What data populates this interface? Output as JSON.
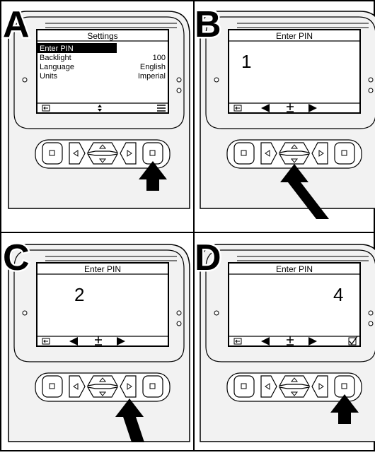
{
  "panels": [
    {
      "id": "A",
      "letter": "A",
      "title": "Settings",
      "menu": [
        {
          "label": "Enter PIN",
          "value": "",
          "selected": true
        },
        {
          "label": "Backlight",
          "value": "100",
          "selected": false
        },
        {
          "label": "Language",
          "value": "English",
          "selected": false
        },
        {
          "label": "Units",
          "value": "Imperial",
          "selected": false
        }
      ],
      "digit": "",
      "softkeys": [
        "back-icon",
        "up-down-icon",
        "menu-icon"
      ],
      "pressed_button": "right-square-button"
    },
    {
      "id": "B",
      "letter": "B",
      "title": "Enter PIN",
      "menu": [],
      "digit": "1",
      "digit_align": "left",
      "softkeys": [
        "back-icon",
        "left-arrow-icon",
        "plus-minus-icon",
        "right-arrow-icon"
      ],
      "pressed_button": "down-button"
    },
    {
      "id": "C",
      "letter": "C",
      "title": "Enter PIN",
      "menu": [],
      "digit": "2",
      "digit_align": "left-mid",
      "softkeys": [
        "back-icon",
        "left-arrow-icon",
        "plus-minus-icon",
        "right-arrow-icon"
      ],
      "pressed_button": "right-button"
    },
    {
      "id": "D",
      "letter": "D",
      "title": "Enter PIN",
      "menu": [],
      "digit": "4",
      "digit_align": "right",
      "softkeys": [
        "back-icon",
        "left-arrow-icon",
        "plus-minus-icon",
        "right-arrow-icon",
        "checkmark-icon"
      ],
      "pressed_button": "right-square-button"
    }
  ],
  "colors": {
    "ink": "#000000",
    "paper": "#ffffff",
    "bezel": "#f2f2f2"
  }
}
